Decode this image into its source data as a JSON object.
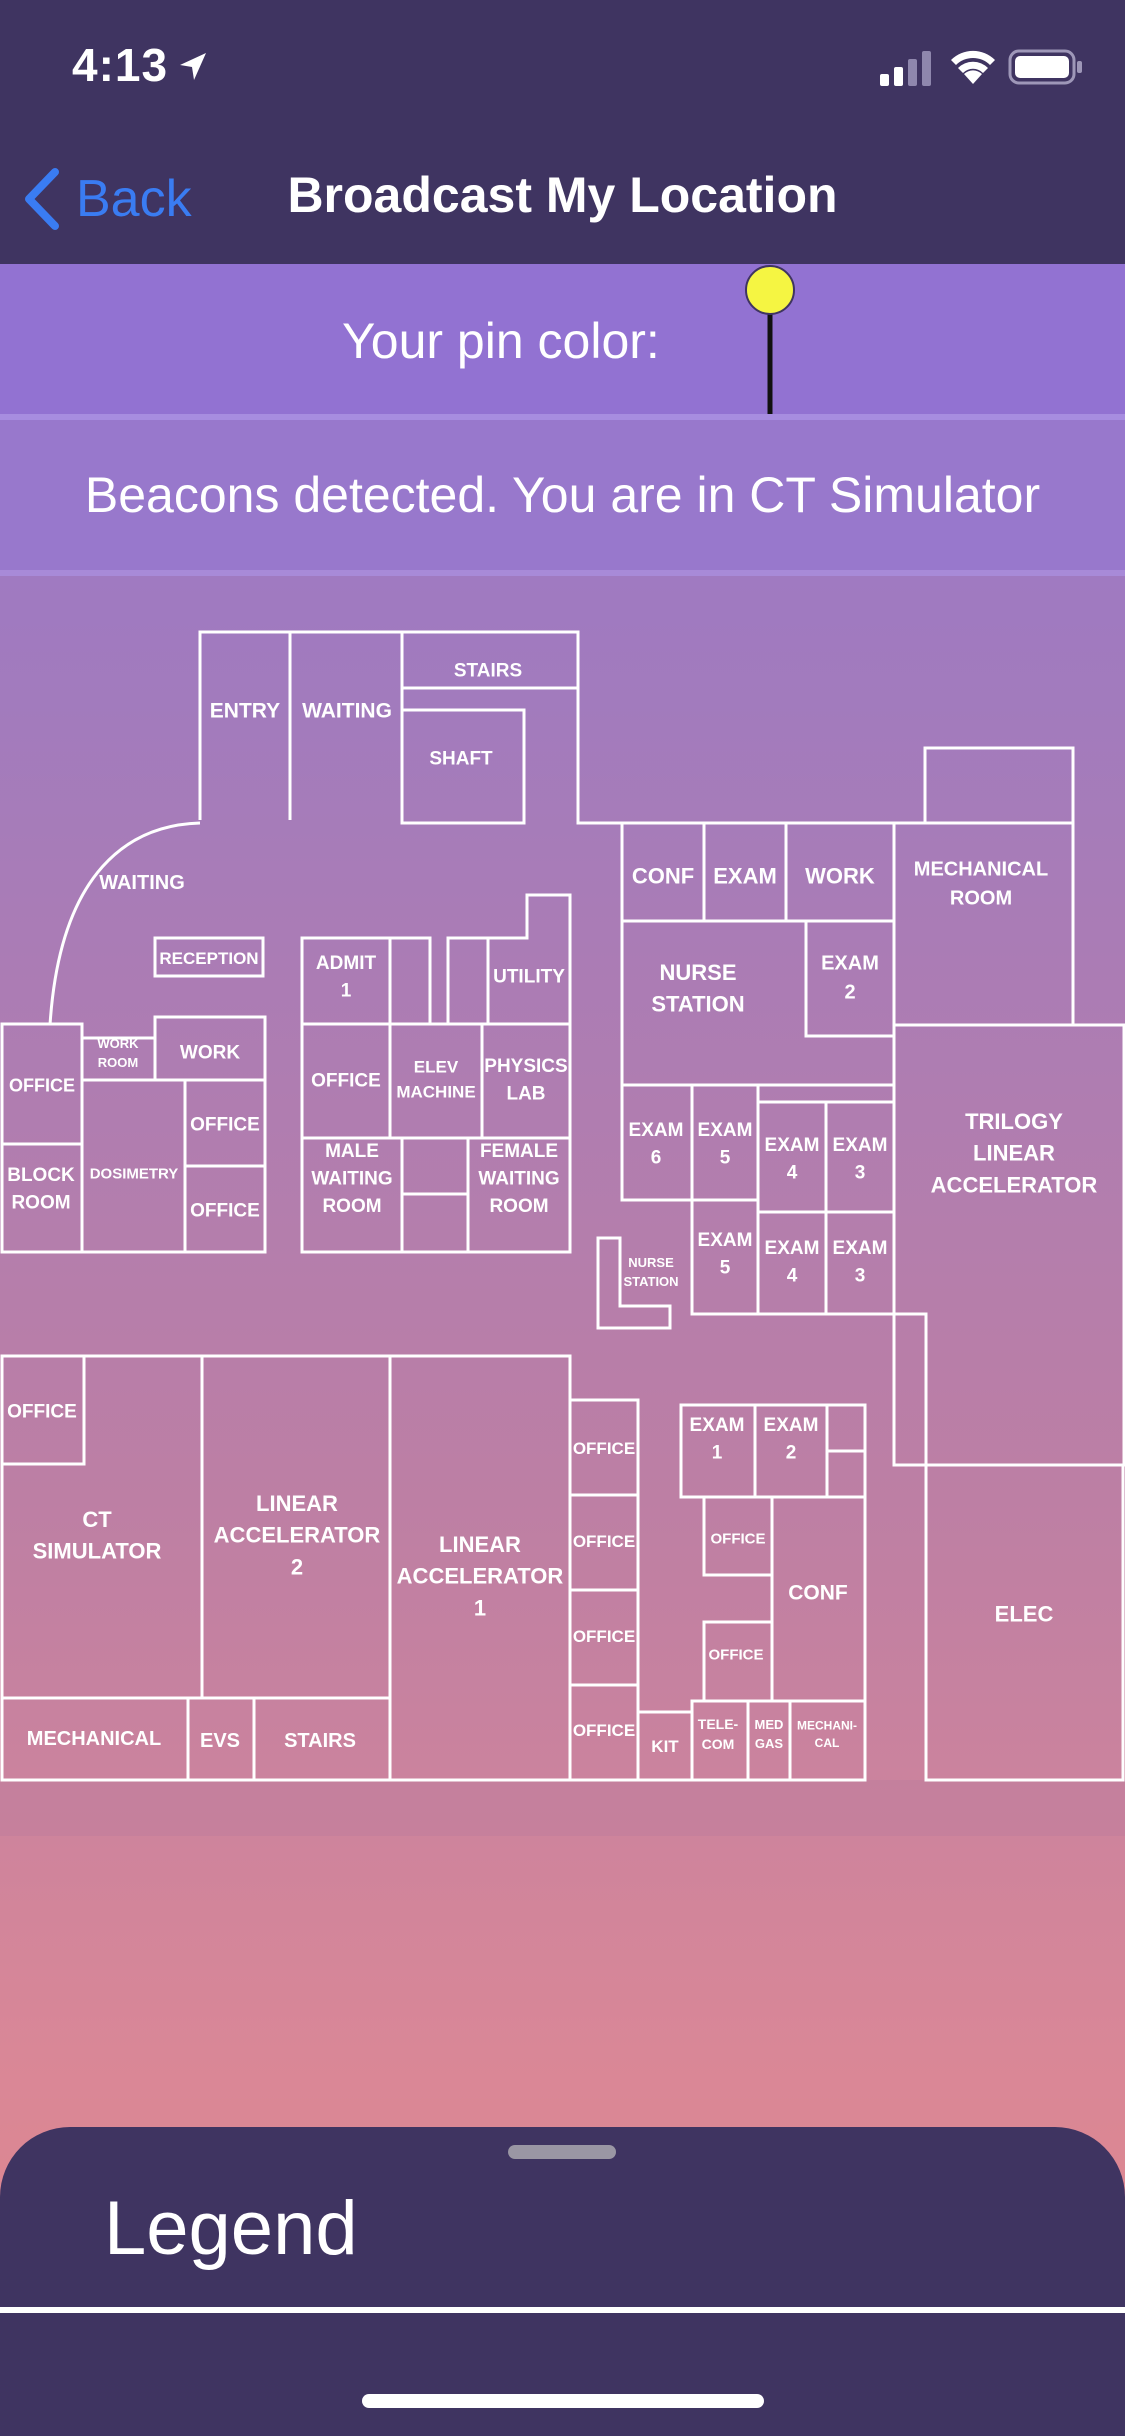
{
  "status_bar": {
    "time": "4:13",
    "icons": [
      "location-arrow-icon",
      "cellular-signal-icon",
      "wifi-icon",
      "battery-icon"
    ]
  },
  "nav": {
    "back_label": "Back",
    "title": "Broadcast My Location"
  },
  "pin": {
    "label": "Your pin color:",
    "color": "#f5f542"
  },
  "beacon": {
    "message": "Beacons detected. You are in CT Simulator"
  },
  "map": {
    "rooms": {
      "entry": [
        "ENTRY"
      ],
      "waiting_top": [
        "WAITING"
      ],
      "stairs_top": [
        "STAIRS"
      ],
      "shaft": [
        "SHAFT"
      ],
      "waiting_left": [
        "WAITING"
      ],
      "reception": [
        "RECEPTION"
      ],
      "office_left": [
        "OFFICE"
      ],
      "work_room": [
        "WORK",
        "ROOM"
      ],
      "work_left": [
        "WORK"
      ],
      "dosimetry": [
        "DOSIMETRY"
      ],
      "office_dos_1": [
        "OFFICE"
      ],
      "office_dos_2": [
        "OFFICE"
      ],
      "block_room": [
        "BLOCK",
        "ROOM"
      ],
      "admit": [
        "ADMIT",
        "1"
      ],
      "utility": [
        "UTILITY"
      ],
      "office_mid": [
        "OFFICE"
      ],
      "elev_machine": [
        "ELEV",
        "MACHINE"
      ],
      "physics_lab": [
        "PHYSICS",
        "LAB"
      ],
      "male_waiting": [
        "MALE",
        "WAITING",
        "ROOM"
      ],
      "female_waiting": [
        "FEMALE",
        "WAITING",
        "ROOM"
      ],
      "conf_top": [
        "CONF"
      ],
      "exam_top": [
        "EXAM"
      ],
      "work_right": [
        "WORK"
      ],
      "mechanical_room": [
        "MECHANICAL",
        "ROOM"
      ],
      "nurse_station": [
        "NURSE",
        "STATION"
      ],
      "exam_2_top": [
        "EXAM",
        "2"
      ],
      "exam_6": [
        "EXAM",
        "6"
      ],
      "exam_5_a": [
        "EXAM",
        "5"
      ],
      "exam_4_a": [
        "EXAM",
        "4"
      ],
      "exam_3_a": [
        "EXAM",
        "3"
      ],
      "trilogy": [
        "TRILOGY",
        "LINEAR",
        "ACCELERATOR"
      ],
      "nurse_station_small": [
        "NURSE",
        "STATION"
      ],
      "exam_5_b": [
        "EXAM",
        "5"
      ],
      "exam_4_b": [
        "EXAM",
        "4"
      ],
      "exam_3_b": [
        "EXAM",
        "3"
      ],
      "office_ct": [
        "OFFICE"
      ],
      "ct_simulator": [
        "CT",
        "SIMULATOR"
      ],
      "linac_2": [
        "LINEAR",
        "ACCELERATOR",
        "2"
      ],
      "linac_1": [
        "LINEAR",
        "ACCELERATOR",
        "1"
      ],
      "office_col_1": [
        "OFFICE"
      ],
      "office_col_2": [
        "OFFICE"
      ],
      "office_col_3": [
        "OFFICE"
      ],
      "office_col_4": [
        "OFFICE"
      ],
      "exam_1_low": [
        "EXAM",
        "1"
      ],
      "exam_2_low": [
        "EXAM",
        "2"
      ],
      "office_low_1": [
        "OFFICE"
      ],
      "conf_low": [
        "CONF"
      ],
      "office_low_2": [
        "OFFICE"
      ],
      "elec": [
        "ELEC"
      ],
      "mechanical_low": [
        "MECHANICAL"
      ],
      "evs": [
        "EVS"
      ],
      "stairs_low": [
        "STAIRS"
      ],
      "kit": [
        "KIT"
      ],
      "telecom": [
        "TELE-",
        "COM"
      ],
      "med_gas": [
        "MED",
        "GAS"
      ],
      "mechanical_small": [
        "MECHANI-",
        "CAL"
      ]
    }
  },
  "legend": {
    "title": "Legend"
  }
}
